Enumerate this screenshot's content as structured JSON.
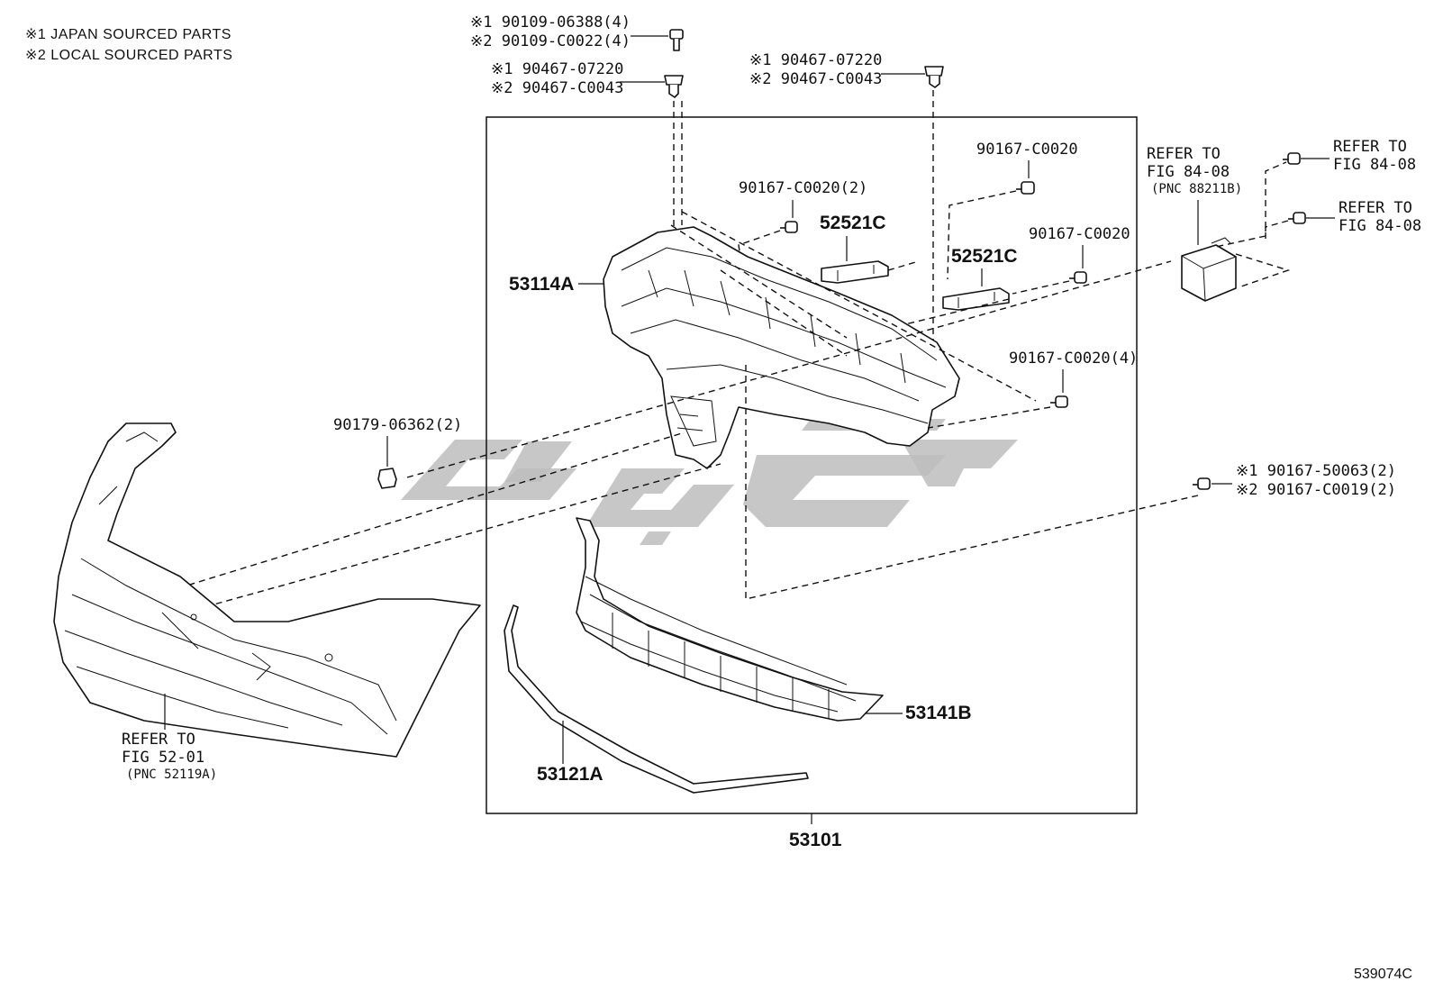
{
  "notes": {
    "japan": "※1 JAPAN SOURCED PARTS",
    "local": "※2 LOCAL SOURCED PARTS"
  },
  "callouts": {
    "c1a": "※1 90109-06388(4)",
    "c1b": "※2 90109-C0022(4)",
    "c2a": "※1 90467-07220",
    "c2b": "※2 90467-C0043",
    "c3a": "※1 90467-07220",
    "c3b": "※2 90467-C0043",
    "c4": "90167-C0020",
    "c5": "90167-C0020(2)",
    "c6": "52521C",
    "c7": "52521C",
    "c8": "90167-C0020",
    "c9": "53114A",
    "c10": "90167-C0020(4)",
    "c11": "90179-06362(2)",
    "c12a": "※1 90167-50063(2)",
    "c12b": "※2 90167-C0019(2)",
    "c13": "53141B",
    "c14": "53121A",
    "c15": "53101",
    "ref1a": "REFER TO",
    "ref1b": "FIG 84-08",
    "ref1c": "(PNC 88211B)",
    "ref2a": "REFER TO",
    "ref2b": "FIG 84-08",
    "ref3a": "REFER TO",
    "ref3b": "FIG 84-08",
    "ref4a": "REFER TO",
    "ref4b": "FIG 52-01",
    "ref4c": "(PNC 52119A)"
  },
  "diagram_code": "539074C",
  "icons": [
    "bolt-icon",
    "clip-icon",
    "nut-icon",
    "sensor-icon",
    "grille-icon",
    "bumper-icon",
    "bracket-icon",
    "molding-icon"
  ]
}
